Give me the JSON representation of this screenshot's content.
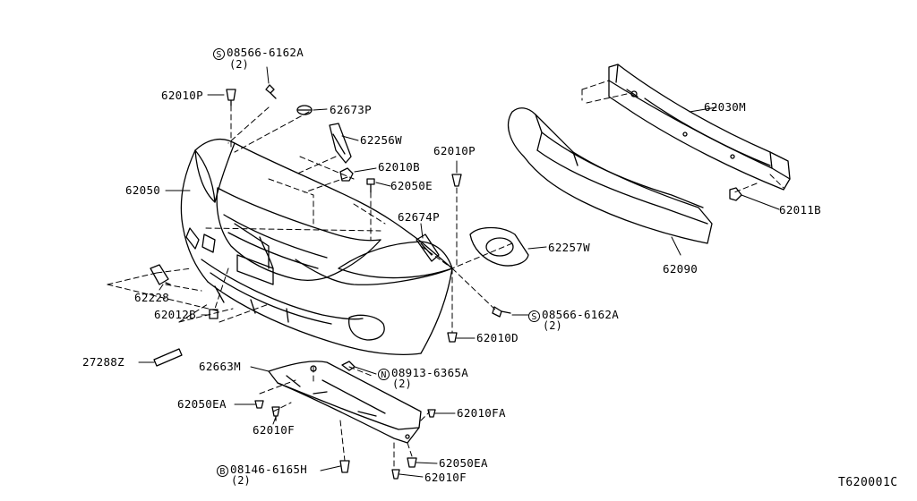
{
  "figure_code": "T620001C",
  "labels": {
    "screw_top": {
      "prefix": "S",
      "text": "08566-6162A",
      "qty": "(2)"
    },
    "clip_62010p_left": "62010P",
    "cap_62673p": "62673P",
    "bracket_62256w": "62256W",
    "nut_62010b": "62010B",
    "bolt_62050e": "62050E",
    "fascia_62050": "62050",
    "clip_62010p_center": "62010P",
    "bracket_62674p": "62674P",
    "bracket_62257w": "62257W",
    "reinforcement_62030m": "62030M",
    "nut_62011b": "62011B",
    "absorber_62090": "62090",
    "hook_cover_62228": "62228",
    "clip_62012b": "62012B",
    "screw_right": {
      "prefix": "S",
      "text": "08566-6162A",
      "qty": "(2)"
    },
    "clip_62010d": "62010D",
    "reflector_27288z": "27288Z",
    "undercover_62663m": "62663M",
    "nut_08913": {
      "prefix": "N",
      "text": "08913-6365A",
      "qty": "(2)"
    },
    "clip_62050ea_left": "62050EA",
    "clip_62010fa": "62010FA",
    "clip_62010f_left": "62010F",
    "bolt_08146": {
      "prefix": "B",
      "text": "08146-6165H",
      "qty": "(2)"
    },
    "clip_62050ea_right": "62050EA",
    "clip_62010f_right": "62010F"
  }
}
